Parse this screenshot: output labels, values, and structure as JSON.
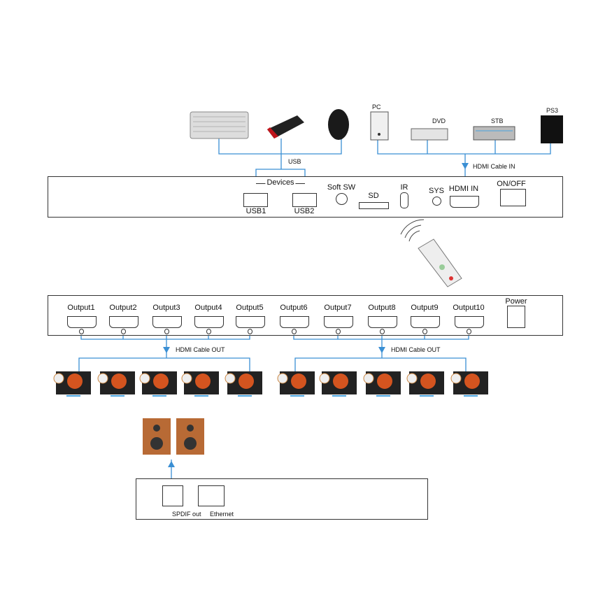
{
  "colors": {
    "cable": "#3a8fd4",
    "outline": "#333333"
  },
  "sources": {
    "usb_devices": [
      "keyboard",
      "usb-stick",
      "mouse"
    ],
    "pc": "PC",
    "dvd": "DVD",
    "stb": "STB",
    "ps3": "PS3"
  },
  "labels": {
    "usb": "USB",
    "hdmi_in_cable": "HDMI Cable IN",
    "hdmi_out_cable": "HDMI Cable OUT"
  },
  "top_panel": {
    "devices": "Devices",
    "usb1": "USB1",
    "usb2": "USB2",
    "soft_sw": "Soft SW",
    "sd": "SD",
    "ir": "IR",
    "sys": "SYS",
    "hdmi_in": "HDMI IN",
    "on_off": "ON/OFF"
  },
  "output_panel": {
    "outputs": [
      "Output1",
      "Output2",
      "Output3",
      "Output4",
      "Output5",
      "Output6",
      "Output7",
      "Output8",
      "Output9",
      "Output10"
    ],
    "power": "Power"
  },
  "bottom_panel": {
    "spdif": "SPDIF out",
    "ethernet": "Ethernet"
  }
}
